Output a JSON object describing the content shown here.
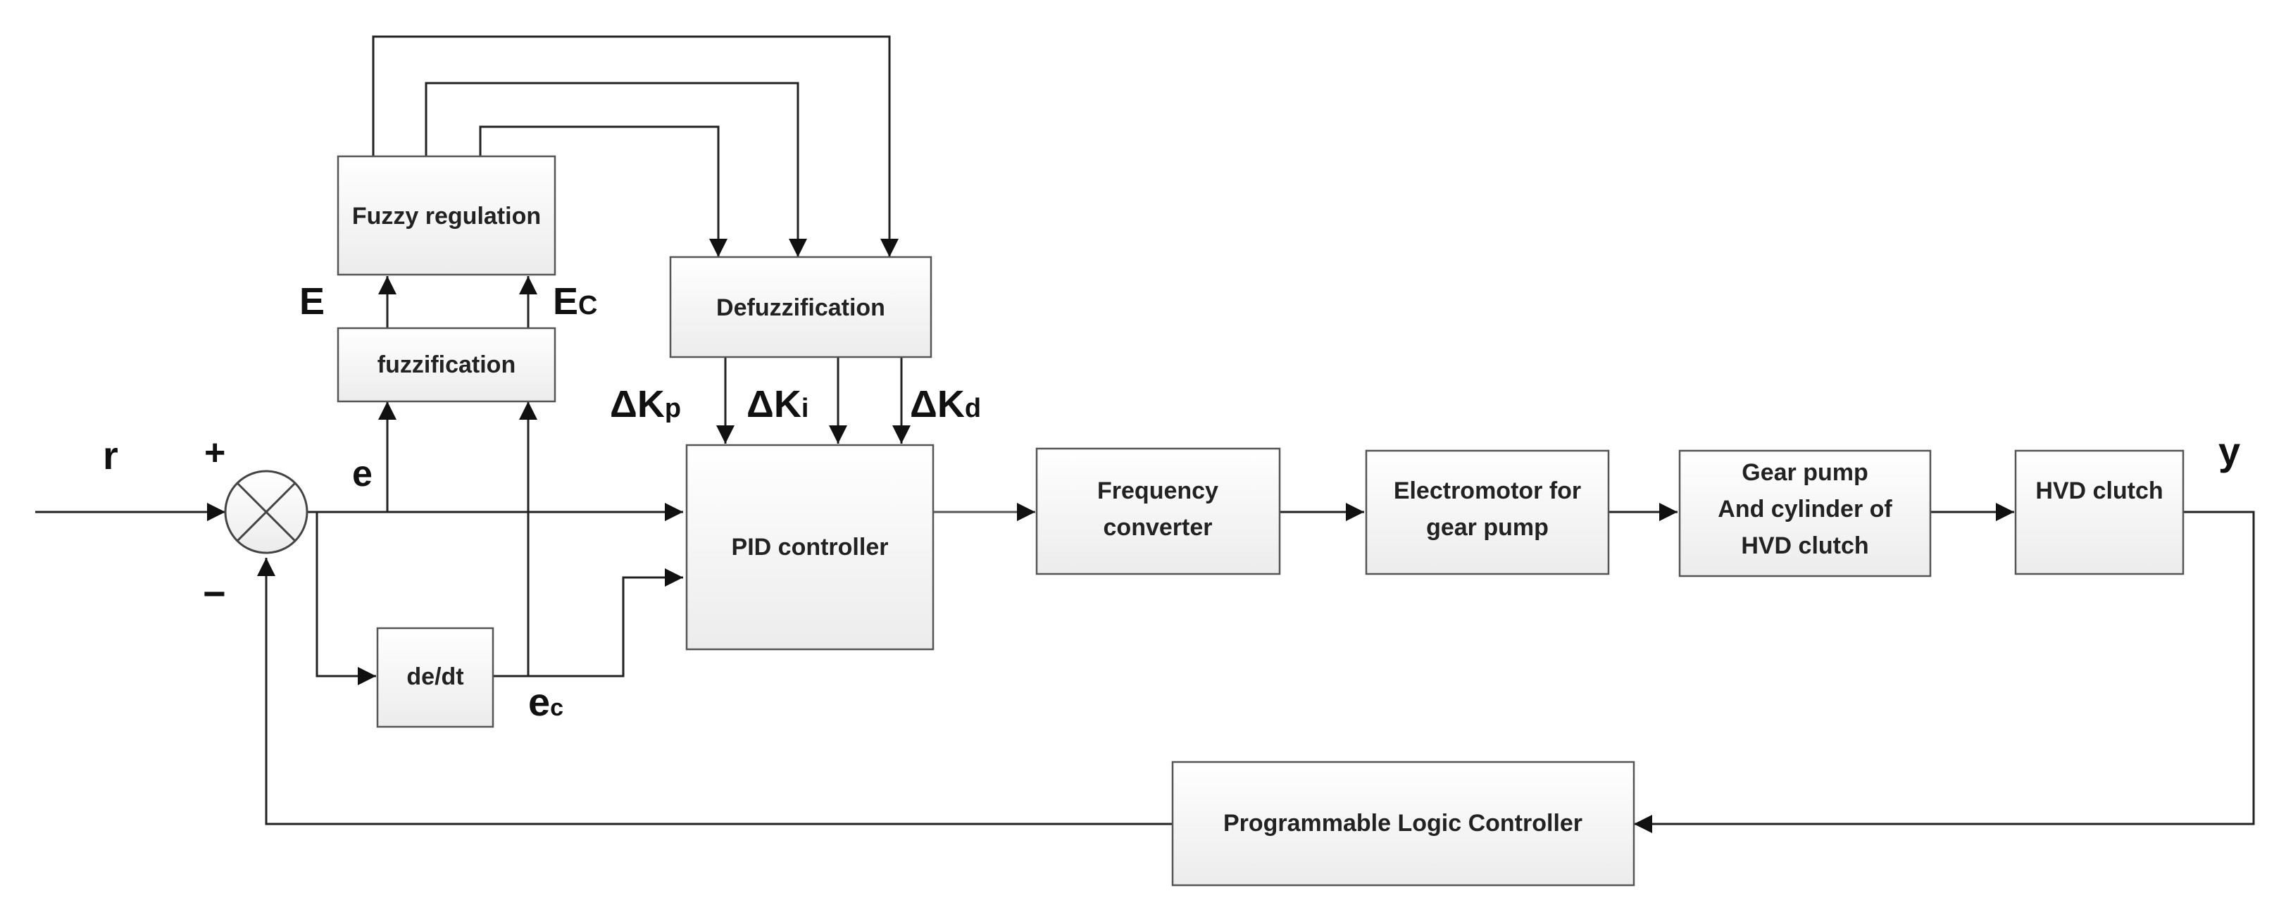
{
  "blocks": {
    "fuzzy_regulation": "Fuzzy regulation",
    "fuzzification": "fuzzification",
    "defuzzification": "Defuzzification",
    "pid_controller": "PID controller",
    "frequency_converter": [
      "Frequency",
      "converter"
    ],
    "electromotor": [
      "Electromotor for",
      "gear pump"
    ],
    "gear_pump": [
      "Gear pump",
      "And cylinder of",
      "HVD clutch"
    ],
    "hvd_clutch": "HVD clutch",
    "de_dt": "de/dt",
    "plc": "Programmable Logic Controller"
  },
  "signals": {
    "r": "r",
    "y": "y",
    "plus": "+",
    "minus": "−",
    "e": "e",
    "ec_base": "e",
    "ec_sub": "c",
    "E": "E",
    "Ec_base": "E",
    "Ec_sub": "C",
    "dKp_base": "ΔK",
    "dKp_sub": "p",
    "dKi_base": "ΔK",
    "dKi_sub": "i",
    "dKd_base": "ΔK",
    "dKd_sub": "d"
  },
  "colors": {
    "box_top": "#ffffff",
    "box_bottom": "#ececec",
    "box_border": "#555555",
    "line": "#222222"
  }
}
